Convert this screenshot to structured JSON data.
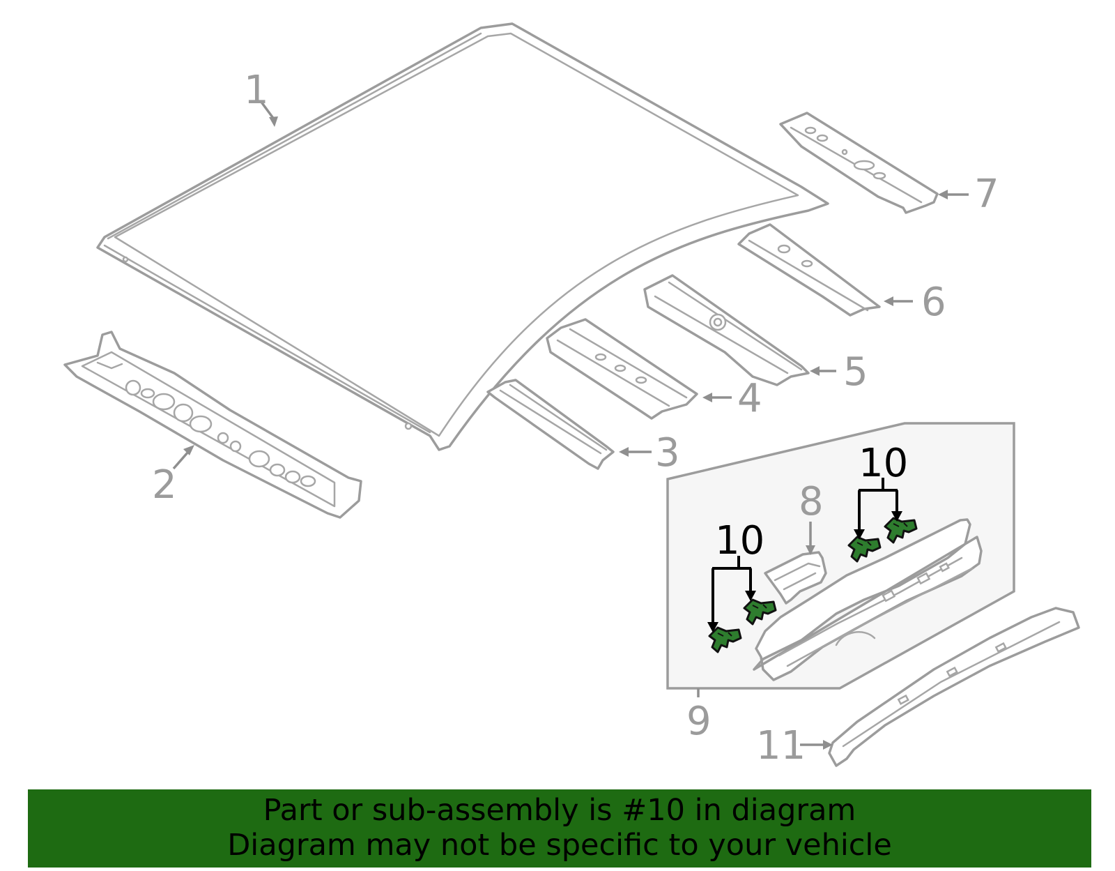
{
  "callouts": {
    "c1": "1",
    "c2": "2",
    "c3": "3",
    "c4": "4",
    "c5": "5",
    "c6": "6",
    "c7": "7",
    "c8": "8",
    "c9": "9",
    "c10a": "10",
    "c10b": "10",
    "c11": "11"
  },
  "banner": {
    "line1": "Part or sub-assembly is #10 in diagram",
    "line2": "Diagram may not be specific to your vehicle"
  },
  "colors": {
    "highlight_part": "#2e7d2e",
    "banner_background": "#1e6b12",
    "line_art": "#9c9c9c"
  },
  "icons": {
    "highlighted_part": "clip-fastener-icon"
  }
}
